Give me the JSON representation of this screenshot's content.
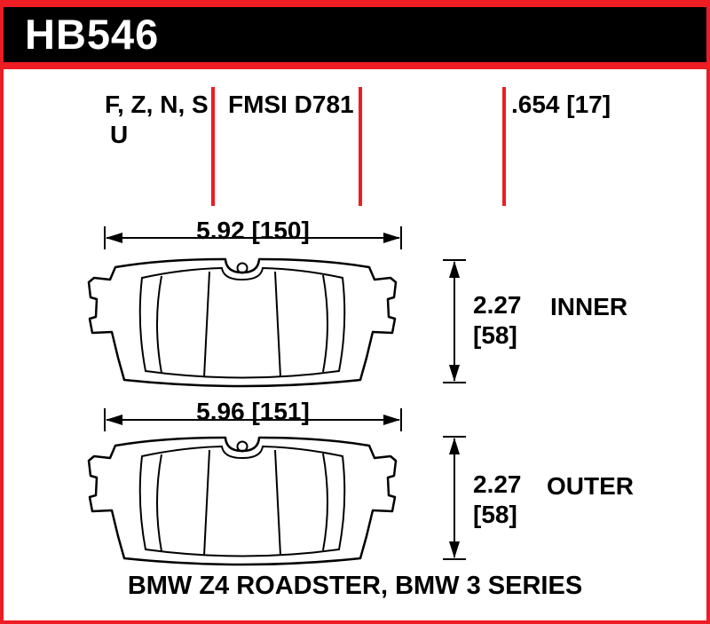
{
  "colors": {
    "accent_red": "#ee1c23",
    "header_black": "#000000",
    "background": "#ffffff"
  },
  "header": {
    "part_number": "HB546"
  },
  "specs": {
    "compounds_line1": "F, Z, N, S",
    "compounds_line2": "U",
    "fmsi": "FMSI D781",
    "pad_thickness": ".654 [17]"
  },
  "inner_pad": {
    "width_dim": "5.92 [150]",
    "height_in": "2.27",
    "height_mm": "[58]",
    "label": "INNER"
  },
  "outer_pad": {
    "width_dim": "5.96 [151]",
    "height_in": "2.27",
    "height_mm": "[58]",
    "label": "OUTER"
  },
  "application": "BMW Z4 ROADSTER, BMW 3 SERIES"
}
